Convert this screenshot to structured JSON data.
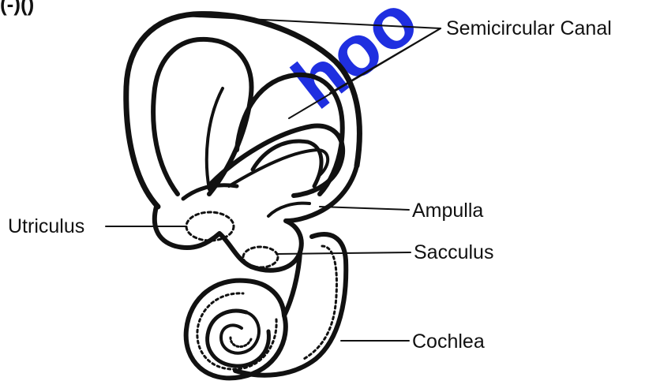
{
  "corner_text": "(-)()",
  "watermark": "hoo",
  "labels": {
    "semicircular_canal": "Semicircular Canal",
    "ampulla": "Ampulla",
    "utriculus": "Utriculus",
    "sacculus": "Sacculus",
    "cochlea": "Cochlea"
  },
  "colors": {
    "ink": "#111111",
    "watermark": "#1f2fe0",
    "background": "#ffffff"
  }
}
